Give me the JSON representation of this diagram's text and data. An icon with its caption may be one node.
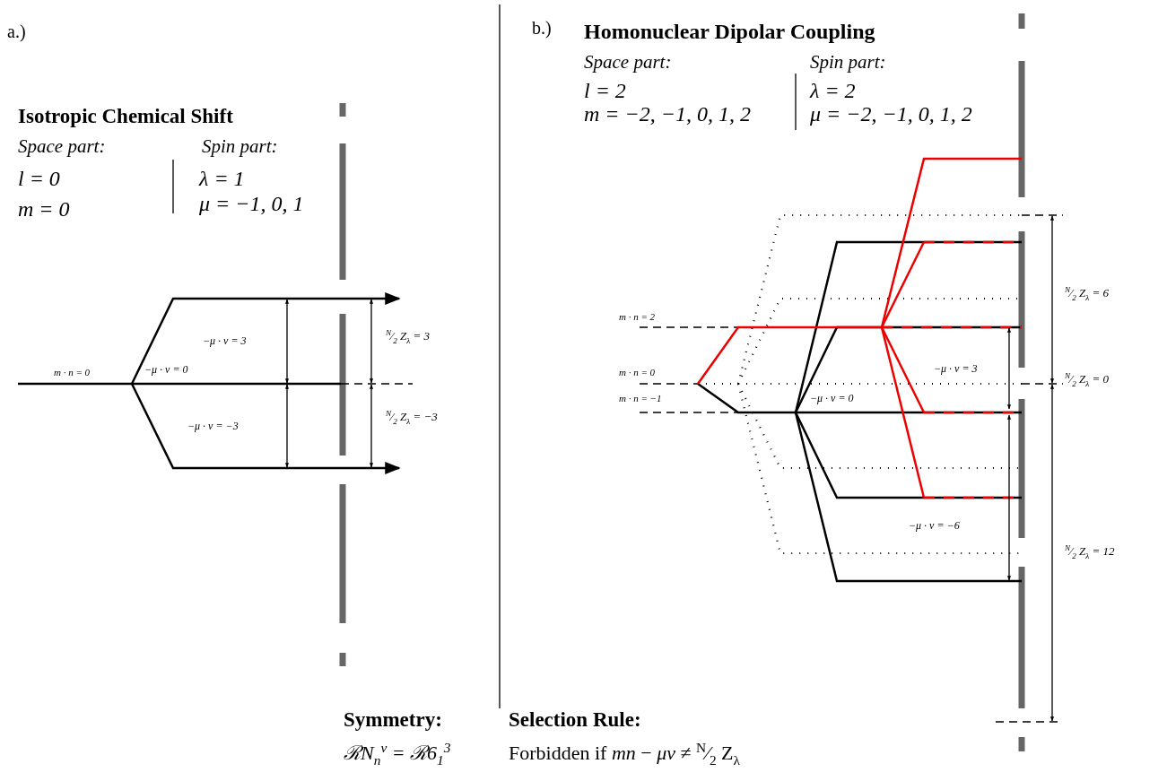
{
  "diagram": {
    "labels": [
      "a.)",
      "Isotropic Chemical Shift",
      "Space part:",
      "Spin part:",
      "l = 0",
      "m = 0",
      "λ = 1",
      "μ = −1, 0, 1",
      "−μ · ν = 3",
      "m · n = 0",
      "−μ · ν = 0",
      "$^{N}$⁄$_{2}$ Z$_{λ}$ = 3",
      "−μ · ν = −3",
      "$^{N}$⁄$_{2}$ Z$_{λ}$ = −3",
      "b.)",
      "Homonuclear Dipolar Coupling",
      "Space part:",
      "Spin part:",
      "l = 2",
      "m = −2, −1, 0, 1, 2",
      "λ = 2",
      "μ = −2, −1, 0, 1, 2",
      "$^{N}$⁄$_{2}$ Z$_{λ}$ = 6",
      "m · n = 2",
      "m · n = 0",
      "−μ · ν = 3",
      "$^{N}$⁄$_{2}$ Z$_{λ}$ = 0",
      "m · n = −1",
      "−μ · ν = 0",
      "−μ · ν = −6",
      "$^{N}$⁄$_{2}$ Z$_{λ}$ = 12",
      "Symmetry:",
      "Selection Rule:",
      "ℛN$_{n}$$^{ν}$ = ℛ6$_{1}$$^{3}$",
      "Forbidden if *mn* − *μν* ≠ $^{N}$⁄$_{2}$ Z$_{λ}$"
    ]
  }
}
